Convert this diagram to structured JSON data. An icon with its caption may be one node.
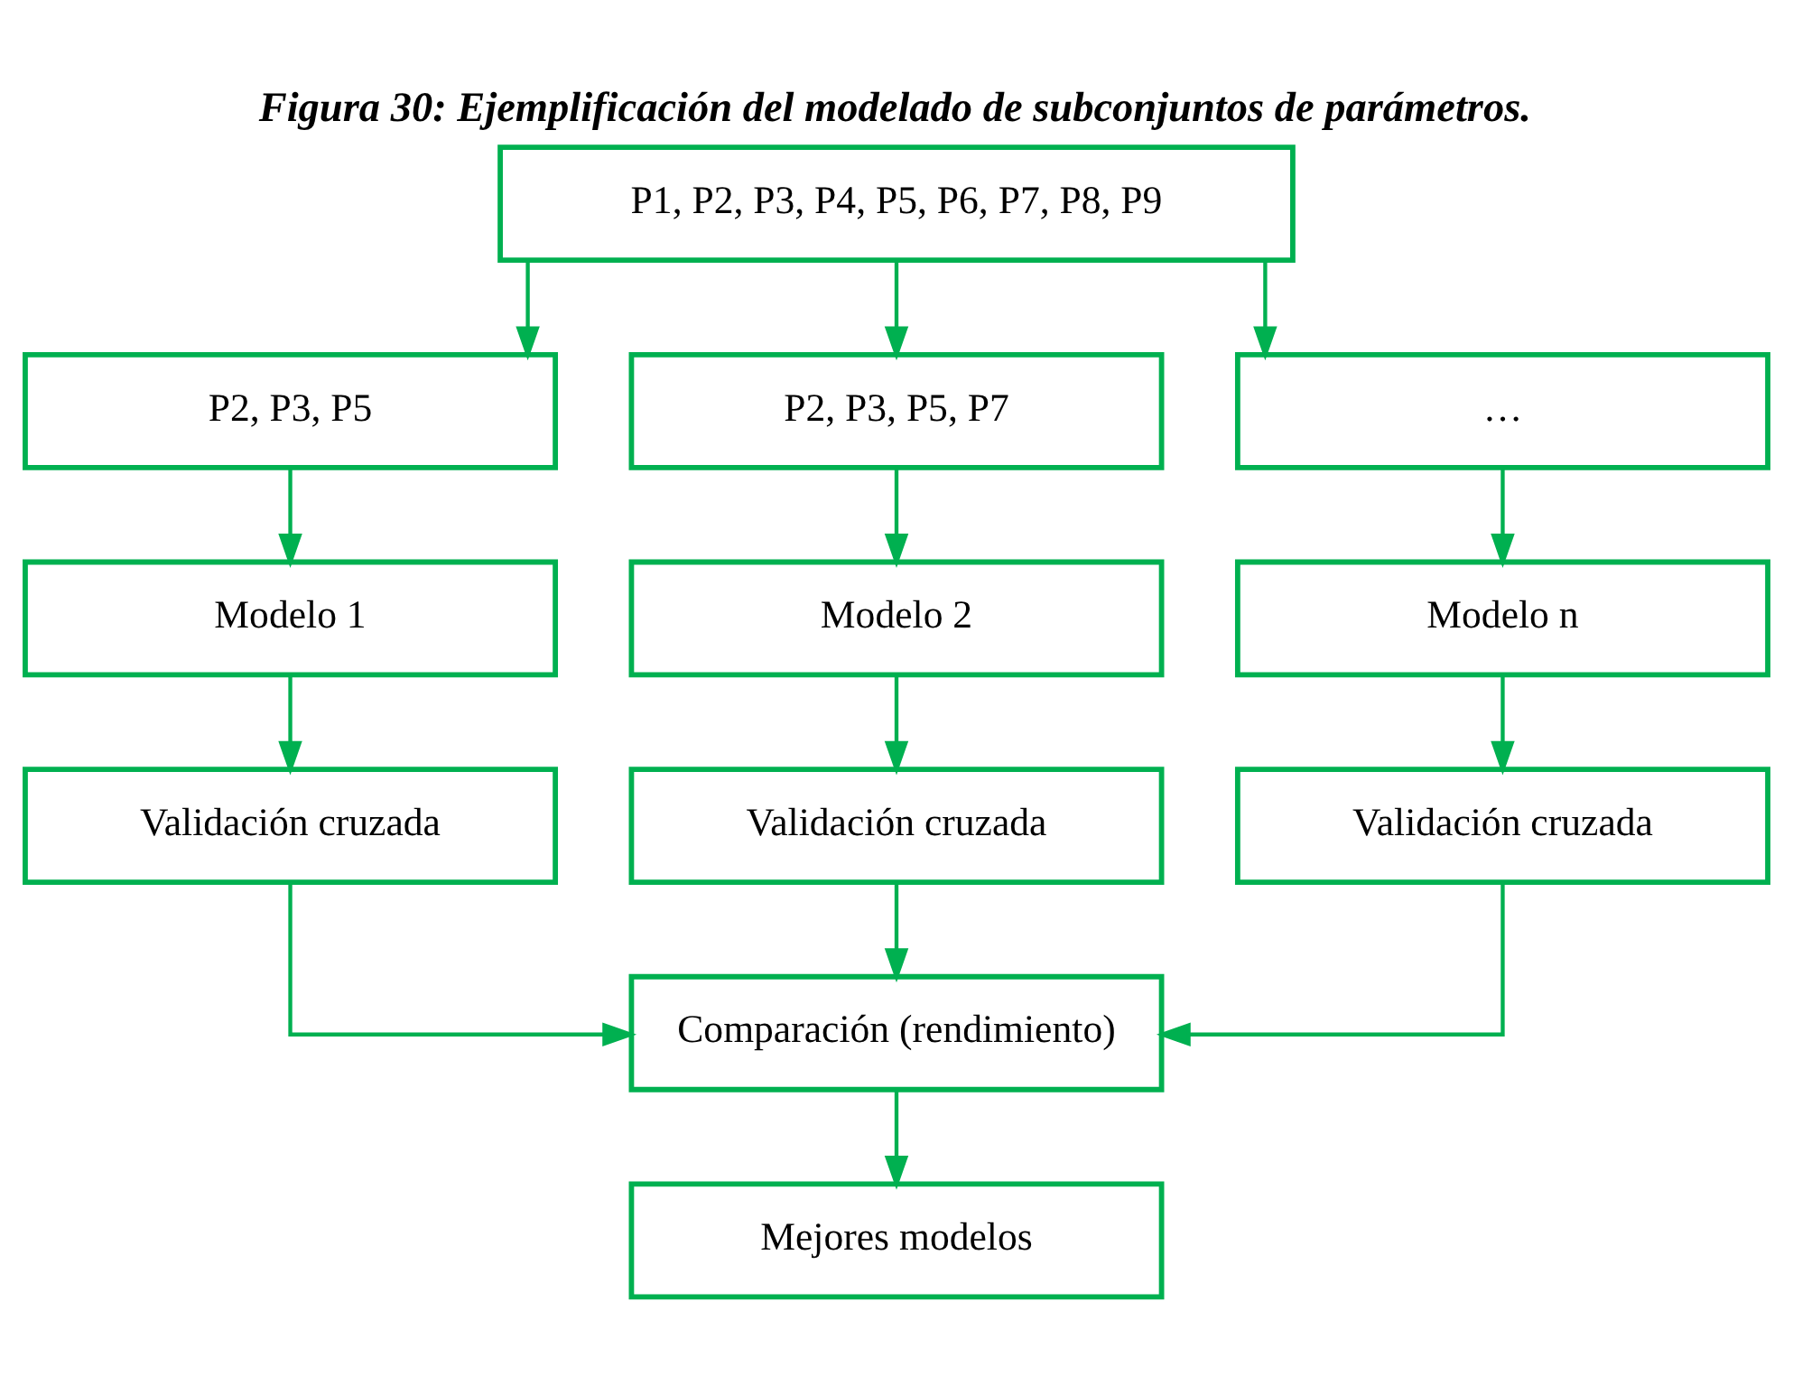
{
  "diagram": {
    "title": "Figura 30: Ejemplificación del modelado de subconjuntos de parámetros.",
    "nodes": [
      {
        "text": [
          "P1, P2, P3, P4, P5, P6, P7, P8, P9"
        ]
      },
      {
        "text": [
          "P2, P3, P5"
        ]
      },
      {
        "text": [
          "P2, P3, P5, P7"
        ]
      },
      {
        "text": [
          "…"
        ]
      },
      {
        "text": [
          "Modelo 1"
        ]
      },
      {
        "text": [
          "Modelo 2"
        ]
      },
      {
        "text": [
          "Modelo n"
        ]
      },
      {
        "text": [
          "Validación cruzada"
        ]
      },
      {
        "text": [
          "Validación cruzada"
        ]
      },
      {
        "text": [
          "Validación cruzada"
        ]
      },
      {
        "text": [
          "Comparación (rendimiento)"
        ]
      },
      {
        "text": [
          "Mejores modelos"
        ]
      }
    ],
    "edges": [
      {
        "from": 0,
        "to": 1,
        "arrow": "to"
      },
      {
        "from": 0,
        "to": 2,
        "arrow": "to"
      },
      {
        "from": 0,
        "to": 3,
        "arrow": "to"
      },
      {
        "from": 1,
        "to": 4,
        "arrow": "to"
      },
      {
        "from": 2,
        "to": 5,
        "arrow": "to"
      },
      {
        "from": 3,
        "to": 6,
        "arrow": "to"
      },
      {
        "from": 4,
        "to": 7,
        "arrow": "to"
      },
      {
        "from": 5,
        "to": 8,
        "arrow": "to"
      },
      {
        "from": 6,
        "to": 9,
        "arrow": "to"
      },
      {
        "from": 7,
        "to": 10,
        "arrow": "to"
      },
      {
        "from": 8,
        "to": 10,
        "arrow": "to"
      },
      {
        "from": 9,
        "to": 10,
        "arrow": "to"
      },
      {
        "from": 10,
        "to": 11,
        "arrow": "to"
      }
    ]
  }
}
